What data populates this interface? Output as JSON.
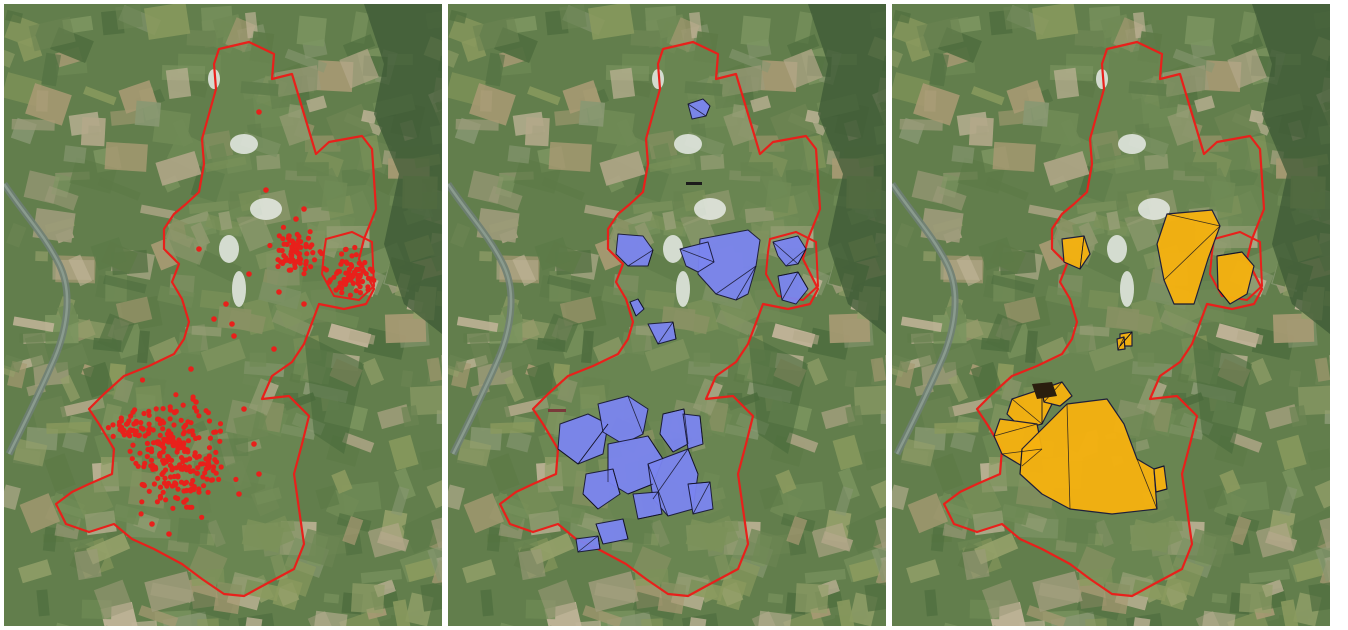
{
  "panels": [
    {
      "id": "points",
      "overlay": "points",
      "overlay_color": "#e8201b"
    },
    {
      "id": "polygons-blue",
      "overlay": "polygons",
      "overlay_color": "#7b85f0"
    },
    {
      "id": "polygons-orange",
      "overlay": "polygons",
      "overlay_color": "#f7b20f"
    }
  ],
  "boundary_color": "#e8201b",
  "basemap": "satellite-imagery"
}
